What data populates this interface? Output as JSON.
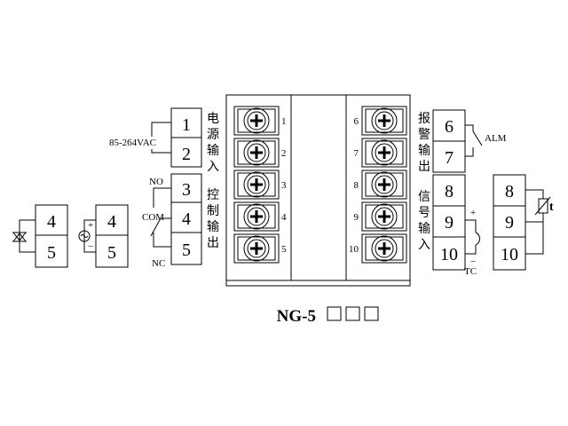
{
  "model": {
    "name": "NG-5",
    "option_boxes": 3
  },
  "module": {
    "left_terminals": [
      "1",
      "2",
      "3",
      "4",
      "5"
    ],
    "right_terminals": [
      "6",
      "7",
      "8",
      "9",
      "10"
    ]
  },
  "power": {
    "terminals": [
      "1",
      "2"
    ],
    "voltage": "85-264VAC",
    "caption": [
      "电",
      "源",
      "输",
      "入"
    ]
  },
  "control": {
    "terminals": [
      "3",
      "4",
      "5"
    ],
    "labels": {
      "no": "NO",
      "com": "COM",
      "nc": "NC"
    },
    "caption": [
      "控",
      "制",
      "输",
      "出"
    ]
  },
  "ssr_blocks": [
    {
      "terminals": [
        "4",
        "5"
      ]
    },
    {
      "terminals": [
        "4",
        "5"
      ],
      "plus": "+",
      "minus": "−"
    }
  ],
  "alarm": {
    "terminals": [
      "6",
      "7"
    ],
    "label": "ALM",
    "caption": [
      "报",
      "警",
      "输",
      "出"
    ]
  },
  "signal": {
    "terminals": [
      "8",
      "9",
      "10"
    ],
    "caption": [
      "信",
      "号",
      "输",
      "入"
    ],
    "tc_label": "TC",
    "plus": "+",
    "minus": "−"
  },
  "rtd": {
    "terminals": [
      "8",
      "9",
      "10"
    ],
    "symbol": "t"
  }
}
